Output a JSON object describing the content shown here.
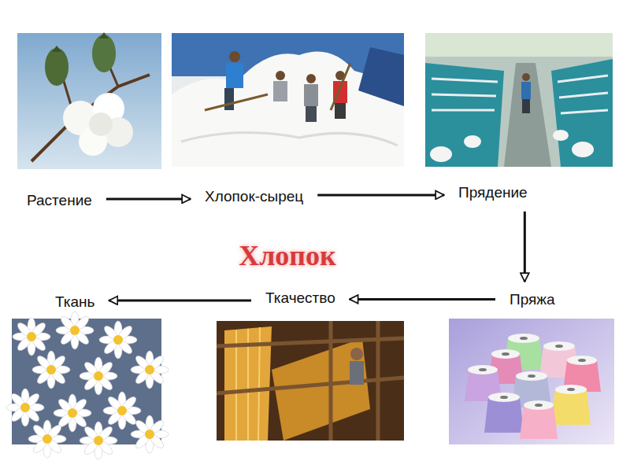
{
  "diagram": {
    "title": "Хлопок",
    "nodes": [
      {
        "text": [
          "Растение"
        ]
      },
      {
        "text": [
          "Хлопок-сырец"
        ]
      },
      {
        "text": [
          "Прядение"
        ]
      },
      {
        "text": [
          "Пряжа"
        ]
      },
      {
        "text": [
          "Ткачество"
        ]
      },
      {
        "text": [
          "Ткань"
        ]
      }
    ],
    "edges": [
      {
        "from": 0,
        "to": 1,
        "arrow": "to"
      },
      {
        "from": 1,
        "to": 2,
        "arrow": "to"
      },
      {
        "from": 2,
        "to": 3,
        "arrow": "to"
      },
      {
        "from": 3,
        "to": 4,
        "arrow": "to"
      },
      {
        "from": 4,
        "to": 5,
        "arrow": "to"
      }
    ]
  }
}
